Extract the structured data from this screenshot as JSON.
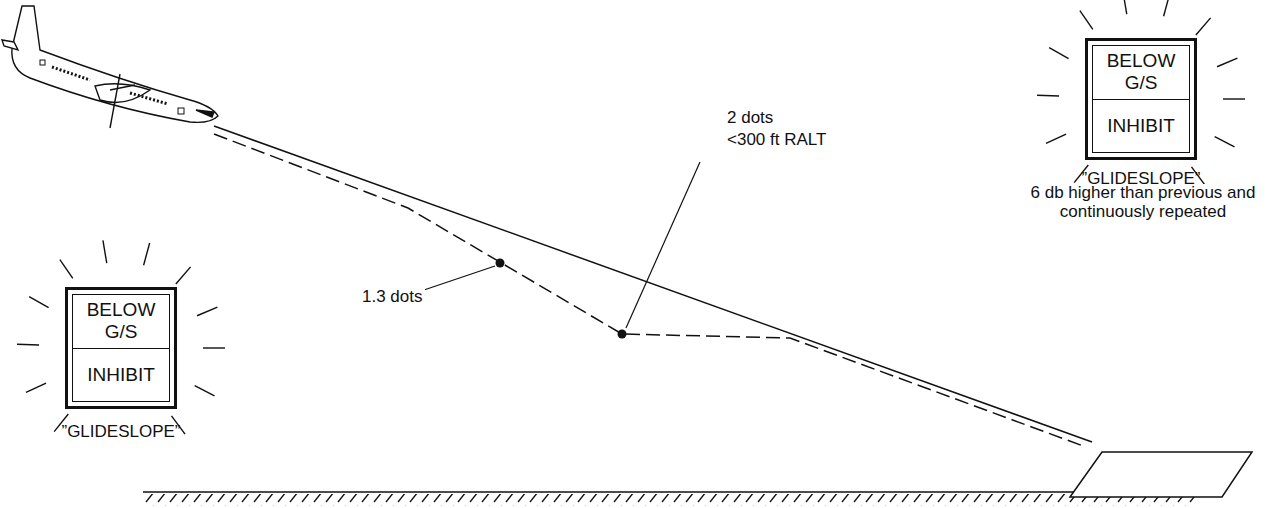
{
  "diagram": {
    "nodes": [
      {
        "text": [
          "BELOW G/S",
          "INHIBIT",
          "”GLIDESLOPE”"
        ]
      },
      {
        "text": [
          "BELOW G/S",
          "INHIBIT",
          "”GLIDESLOPE”"
        ]
      }
    ],
    "labels": [
      "1.3 dots",
      "2 dots",
      "<300 ft RALT",
      "6 db higher than previous and continuously repeated"
    ]
  }
}
